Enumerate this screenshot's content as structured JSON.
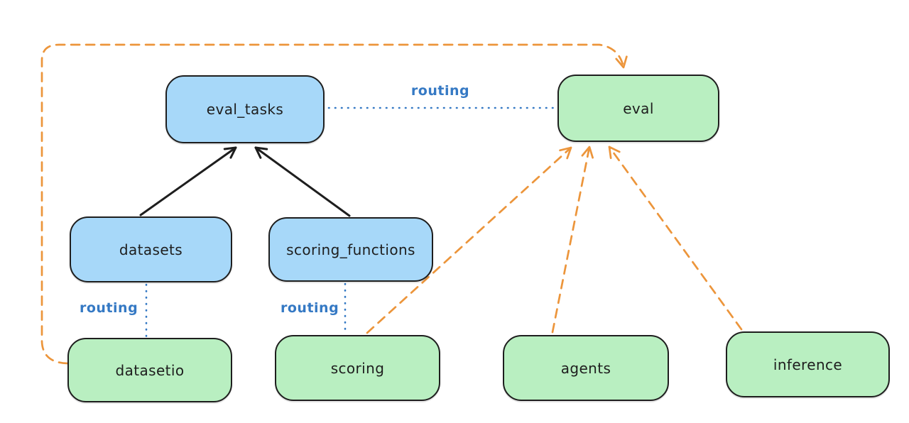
{
  "diagram": {
    "kind": "architecture-routing-diagram",
    "nodes": {
      "eval_tasks": {
        "label": "eval_tasks",
        "kind": "api",
        "color": "blue"
      },
      "eval": {
        "label": "eval",
        "kind": "provider",
        "color": "green"
      },
      "datasets": {
        "label": "datasets",
        "kind": "api",
        "color": "blue"
      },
      "scoring_functions": {
        "label": "scoring_functions",
        "kind": "api",
        "color": "blue"
      },
      "datasetio": {
        "label": "datasetio",
        "kind": "provider",
        "color": "green"
      },
      "scoring": {
        "label": "scoring",
        "kind": "provider",
        "color": "green"
      },
      "agents": {
        "label": "agents",
        "kind": "provider",
        "color": "green"
      },
      "inference": {
        "label": "inference",
        "kind": "provider",
        "color": "green"
      }
    },
    "edge_labels": {
      "eval_tasks_eval": "routing",
      "datasets_datasetio": "routing",
      "scoring_functions_scoring": "routing"
    },
    "edges": [
      {
        "from": "datasets",
        "to": "eval_tasks",
        "style": "solid-arrow",
        "color": "black"
      },
      {
        "from": "scoring_functions",
        "to": "eval_tasks",
        "style": "solid-arrow",
        "color": "black"
      },
      {
        "from": "eval_tasks",
        "to": "eval",
        "style": "dotted-line",
        "color": "blue",
        "label": "routing"
      },
      {
        "from": "datasets",
        "to": "datasetio",
        "style": "dotted-line",
        "color": "blue",
        "label": "routing"
      },
      {
        "from": "scoring_functions",
        "to": "scoring",
        "style": "dotted-line",
        "color": "blue",
        "label": "routing"
      },
      {
        "from": "datasetio",
        "to": "eval",
        "style": "dashed-arrow",
        "color": "orange"
      },
      {
        "from": "scoring",
        "to": "eval",
        "style": "dashed-arrow",
        "color": "orange"
      },
      {
        "from": "agents",
        "to": "eval",
        "style": "dashed-arrow",
        "color": "orange"
      },
      {
        "from": "inference",
        "to": "eval",
        "style": "dashed-arrow",
        "color": "orange"
      }
    ],
    "colors": {
      "node_blue_fill": "#a7d8f9",
      "node_green_fill": "#b9efc1",
      "node_border": "#1e1e1e",
      "routing_blue": "#3579c4",
      "arrow_black": "#1e1e1e",
      "arrow_orange": "#ec953b",
      "background": "#ffffff"
    }
  }
}
